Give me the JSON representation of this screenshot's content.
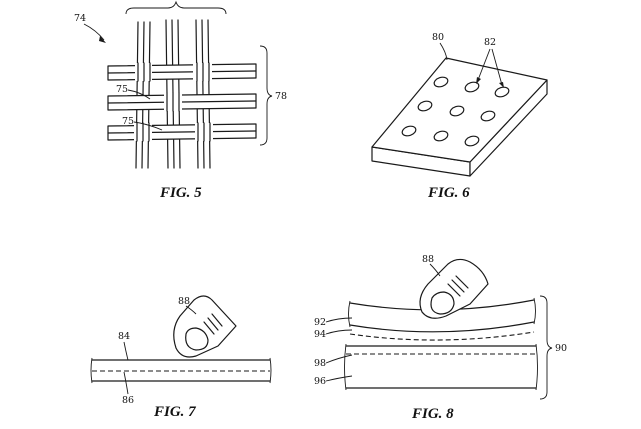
{
  "figures": [
    {
      "caption": "FIG. 5",
      "refs": {
        "overall": "74",
        "strand_a": "75",
        "strand_b": "75",
        "bracket": "78"
      }
    },
    {
      "caption": "FIG. 6",
      "refs": {
        "substrate": "80",
        "openings": "82"
      }
    },
    {
      "caption": "FIG. 7",
      "refs": {
        "finger": "88",
        "layer": "84",
        "sensor": "86"
      }
    },
    {
      "caption": "FIG. 8",
      "refs": {
        "finger": "88",
        "top_outer": "92",
        "top_inner": "94",
        "bottom_upper": "98",
        "bottom_lower": "96",
        "stack": "90"
      }
    }
  ]
}
